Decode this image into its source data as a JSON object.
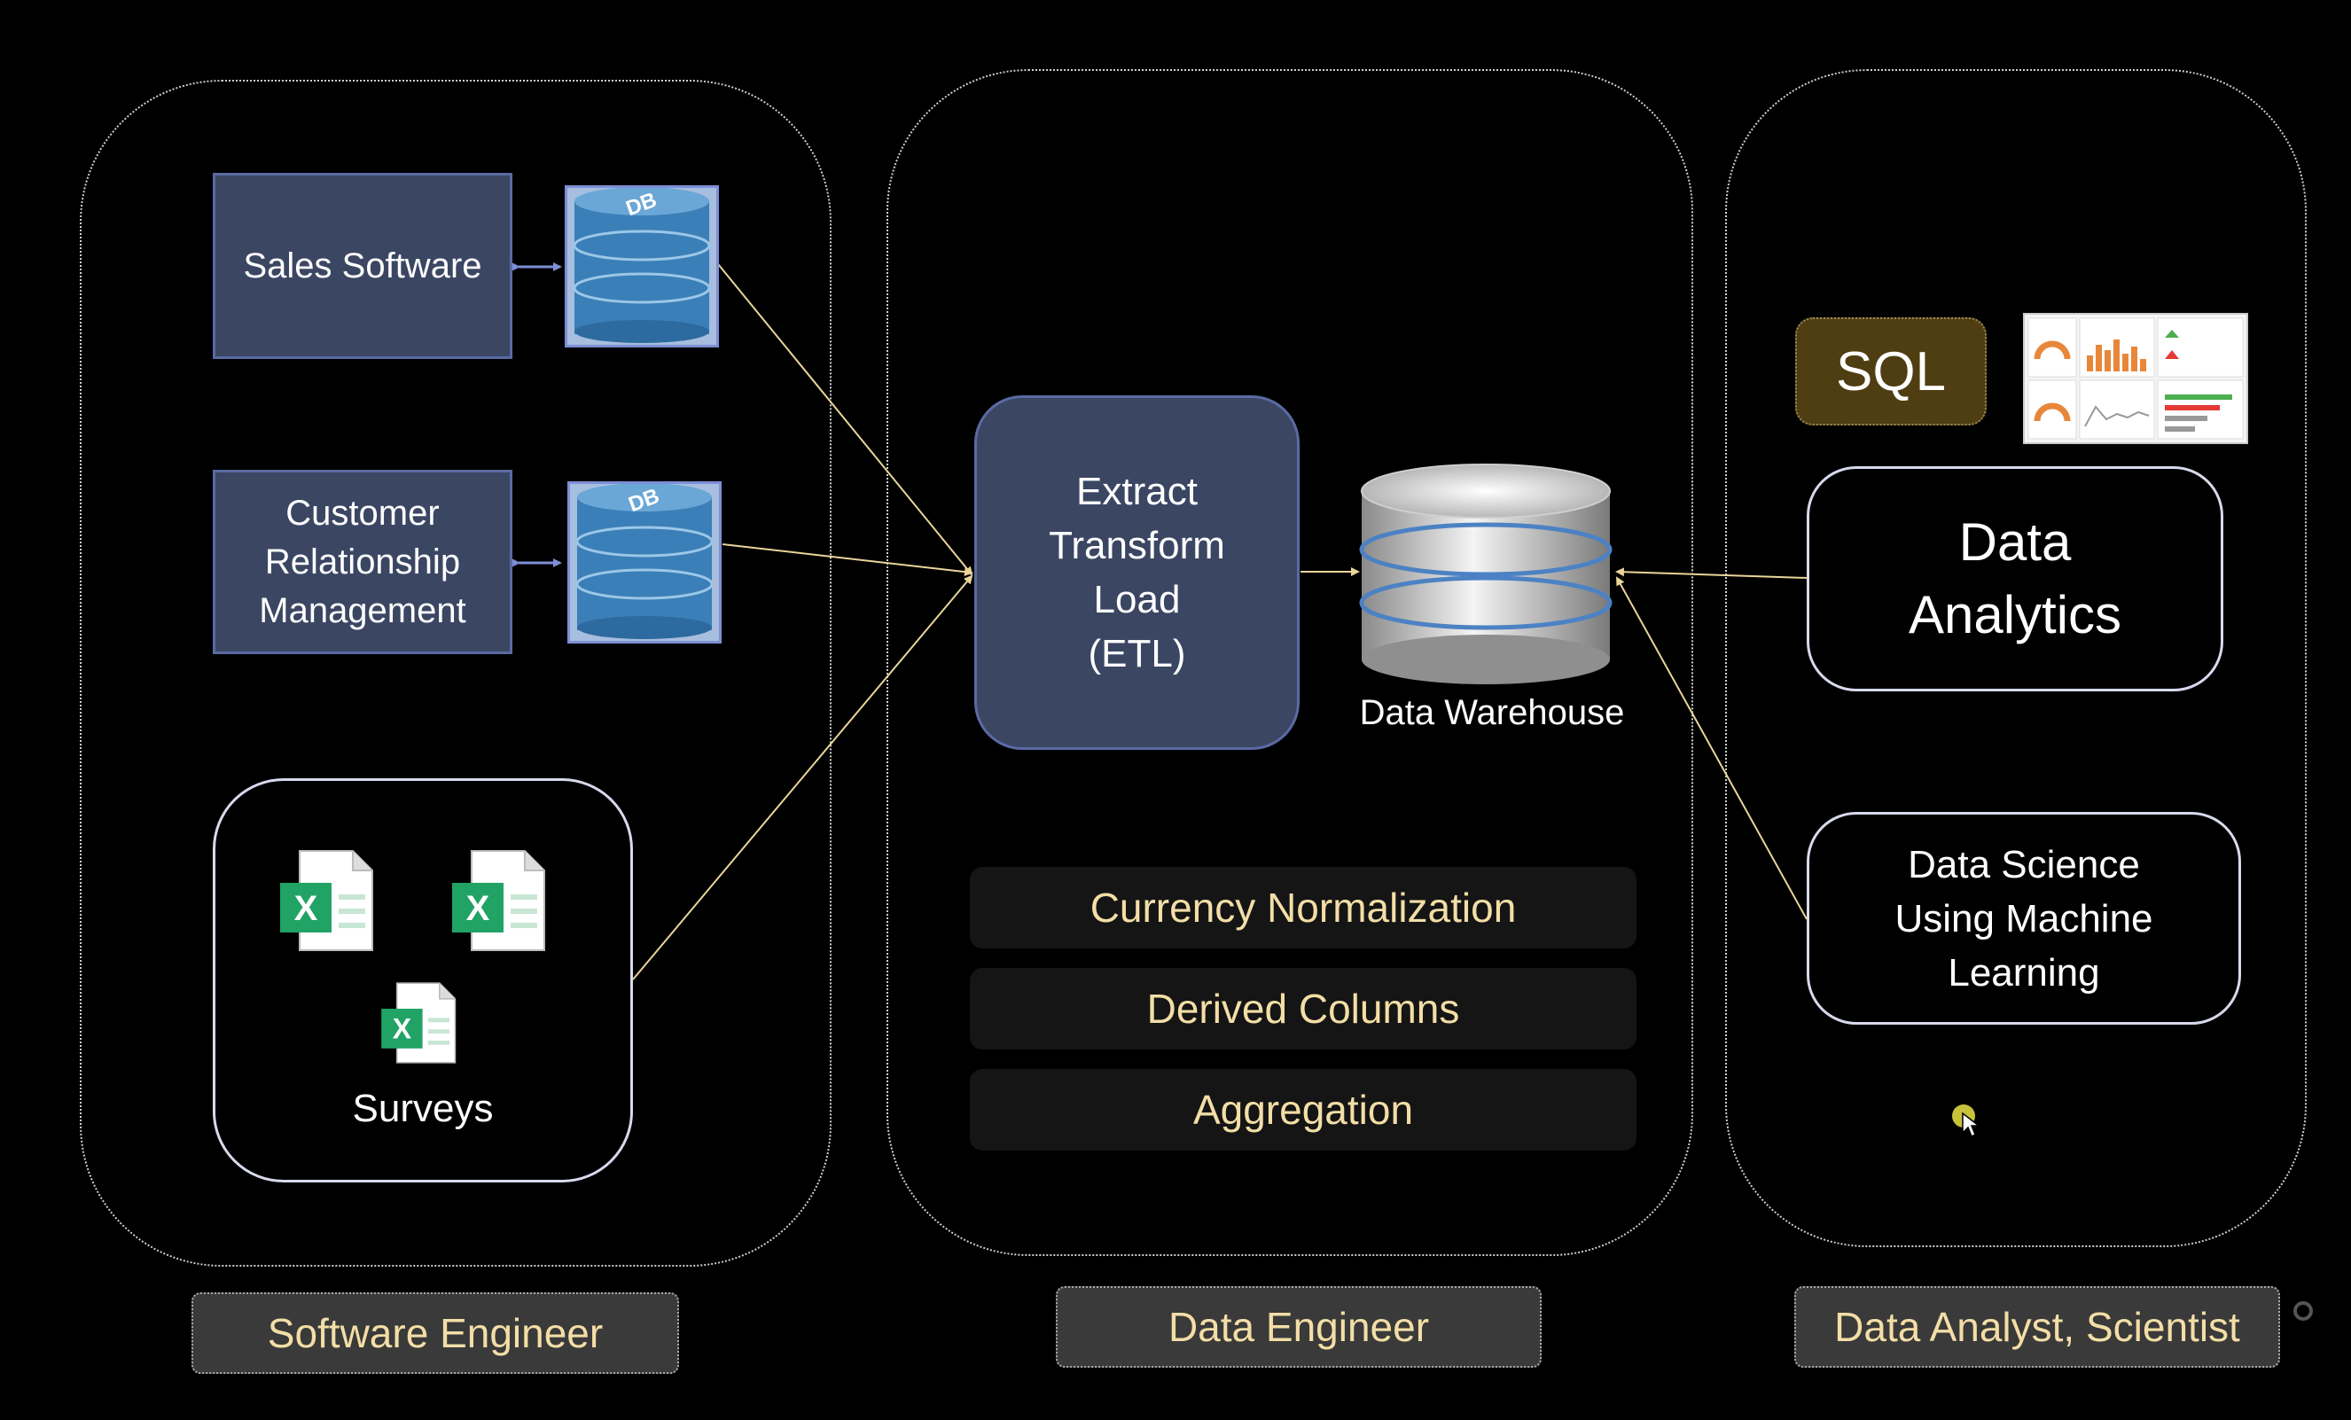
{
  "sources": {
    "sales_software": "Sales Software",
    "crm_line1": "Customer",
    "crm_line2": "Relationship",
    "crm_line3": "Management",
    "db_label": "DB",
    "surveys": "Surveys"
  },
  "etl": {
    "line1": "Extract",
    "line2": "Transform",
    "line3": "Load",
    "line4": "(ETL)"
  },
  "warehouse": {
    "label": "Data Warehouse"
  },
  "steps": [
    "Currency Normalization",
    "Derived Columns",
    "Aggregation"
  ],
  "consumers": {
    "sql": "SQL",
    "analytics_line1": "Data",
    "analytics_line2": "Analytics",
    "ds_line1": "Data Science",
    "ds_line2": "Using Machine",
    "ds_line3": "Learning"
  },
  "roles": {
    "software": "Software Engineer",
    "data_engineer": "Data Engineer",
    "analyst": "Data Analyst, Scientist"
  },
  "colors": {
    "background": "#000000",
    "navy_box": "#3b4663",
    "arrow": "#e9d49a",
    "step_text": "#f3dea6",
    "sql_box": "#4f3e12",
    "db_blue": "#4f8fc2",
    "excel_green": "#21a366"
  }
}
